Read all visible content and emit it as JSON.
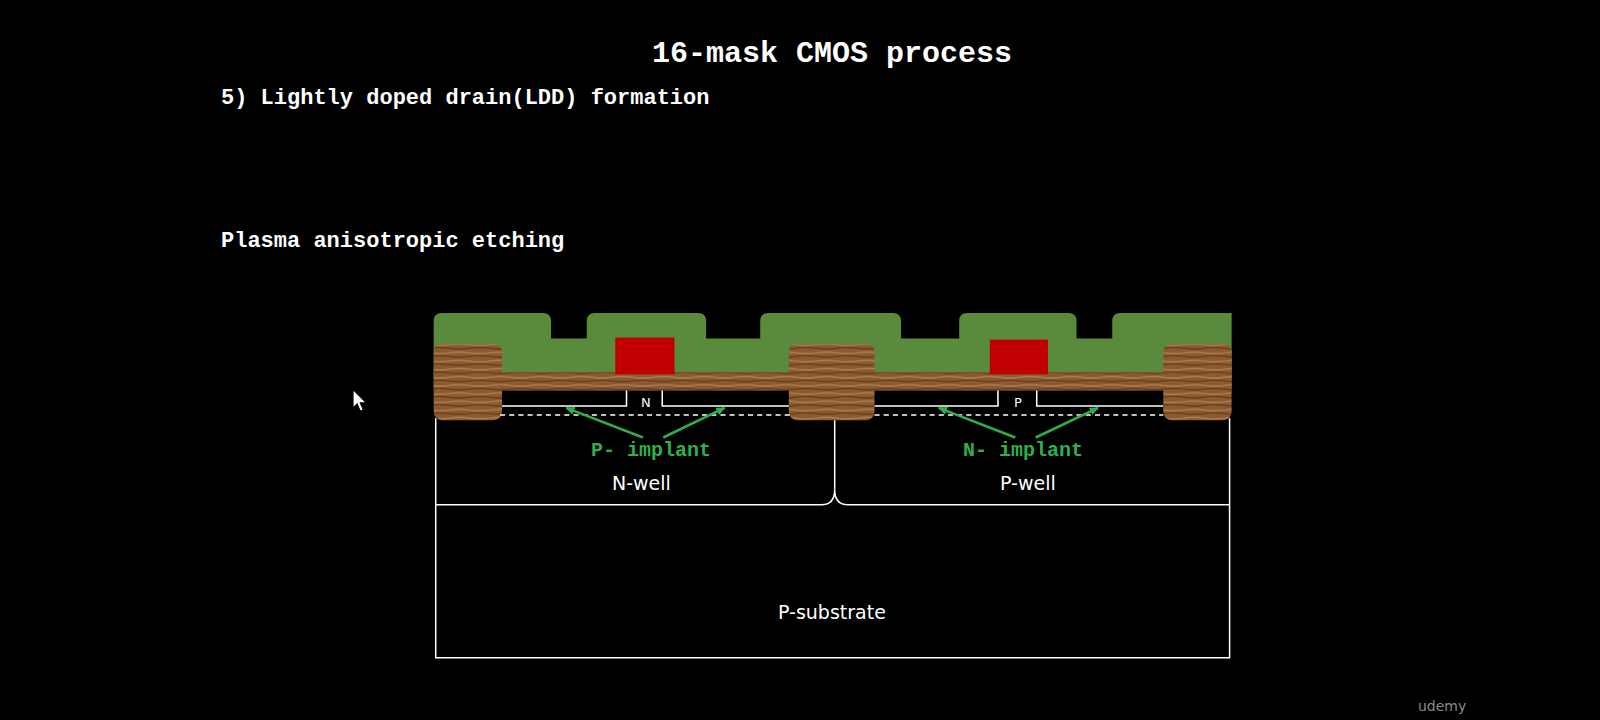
{
  "diagram": {
    "title": "16-mask CMOS process",
    "nodes": [
      {
        "text": [
          "N-well"
        ]
      },
      {
        "text": [
          "P-well"
        ]
      },
      {
        "text": [
          "P-substrate"
        ]
      }
    ],
    "labels": [
      "5) Lightly doped drain(LDD) formation",
      "Plasma anisotropic etching",
      "N",
      "P",
      "P- implant",
      "N- implant",
      "udemy"
    ]
  }
}
